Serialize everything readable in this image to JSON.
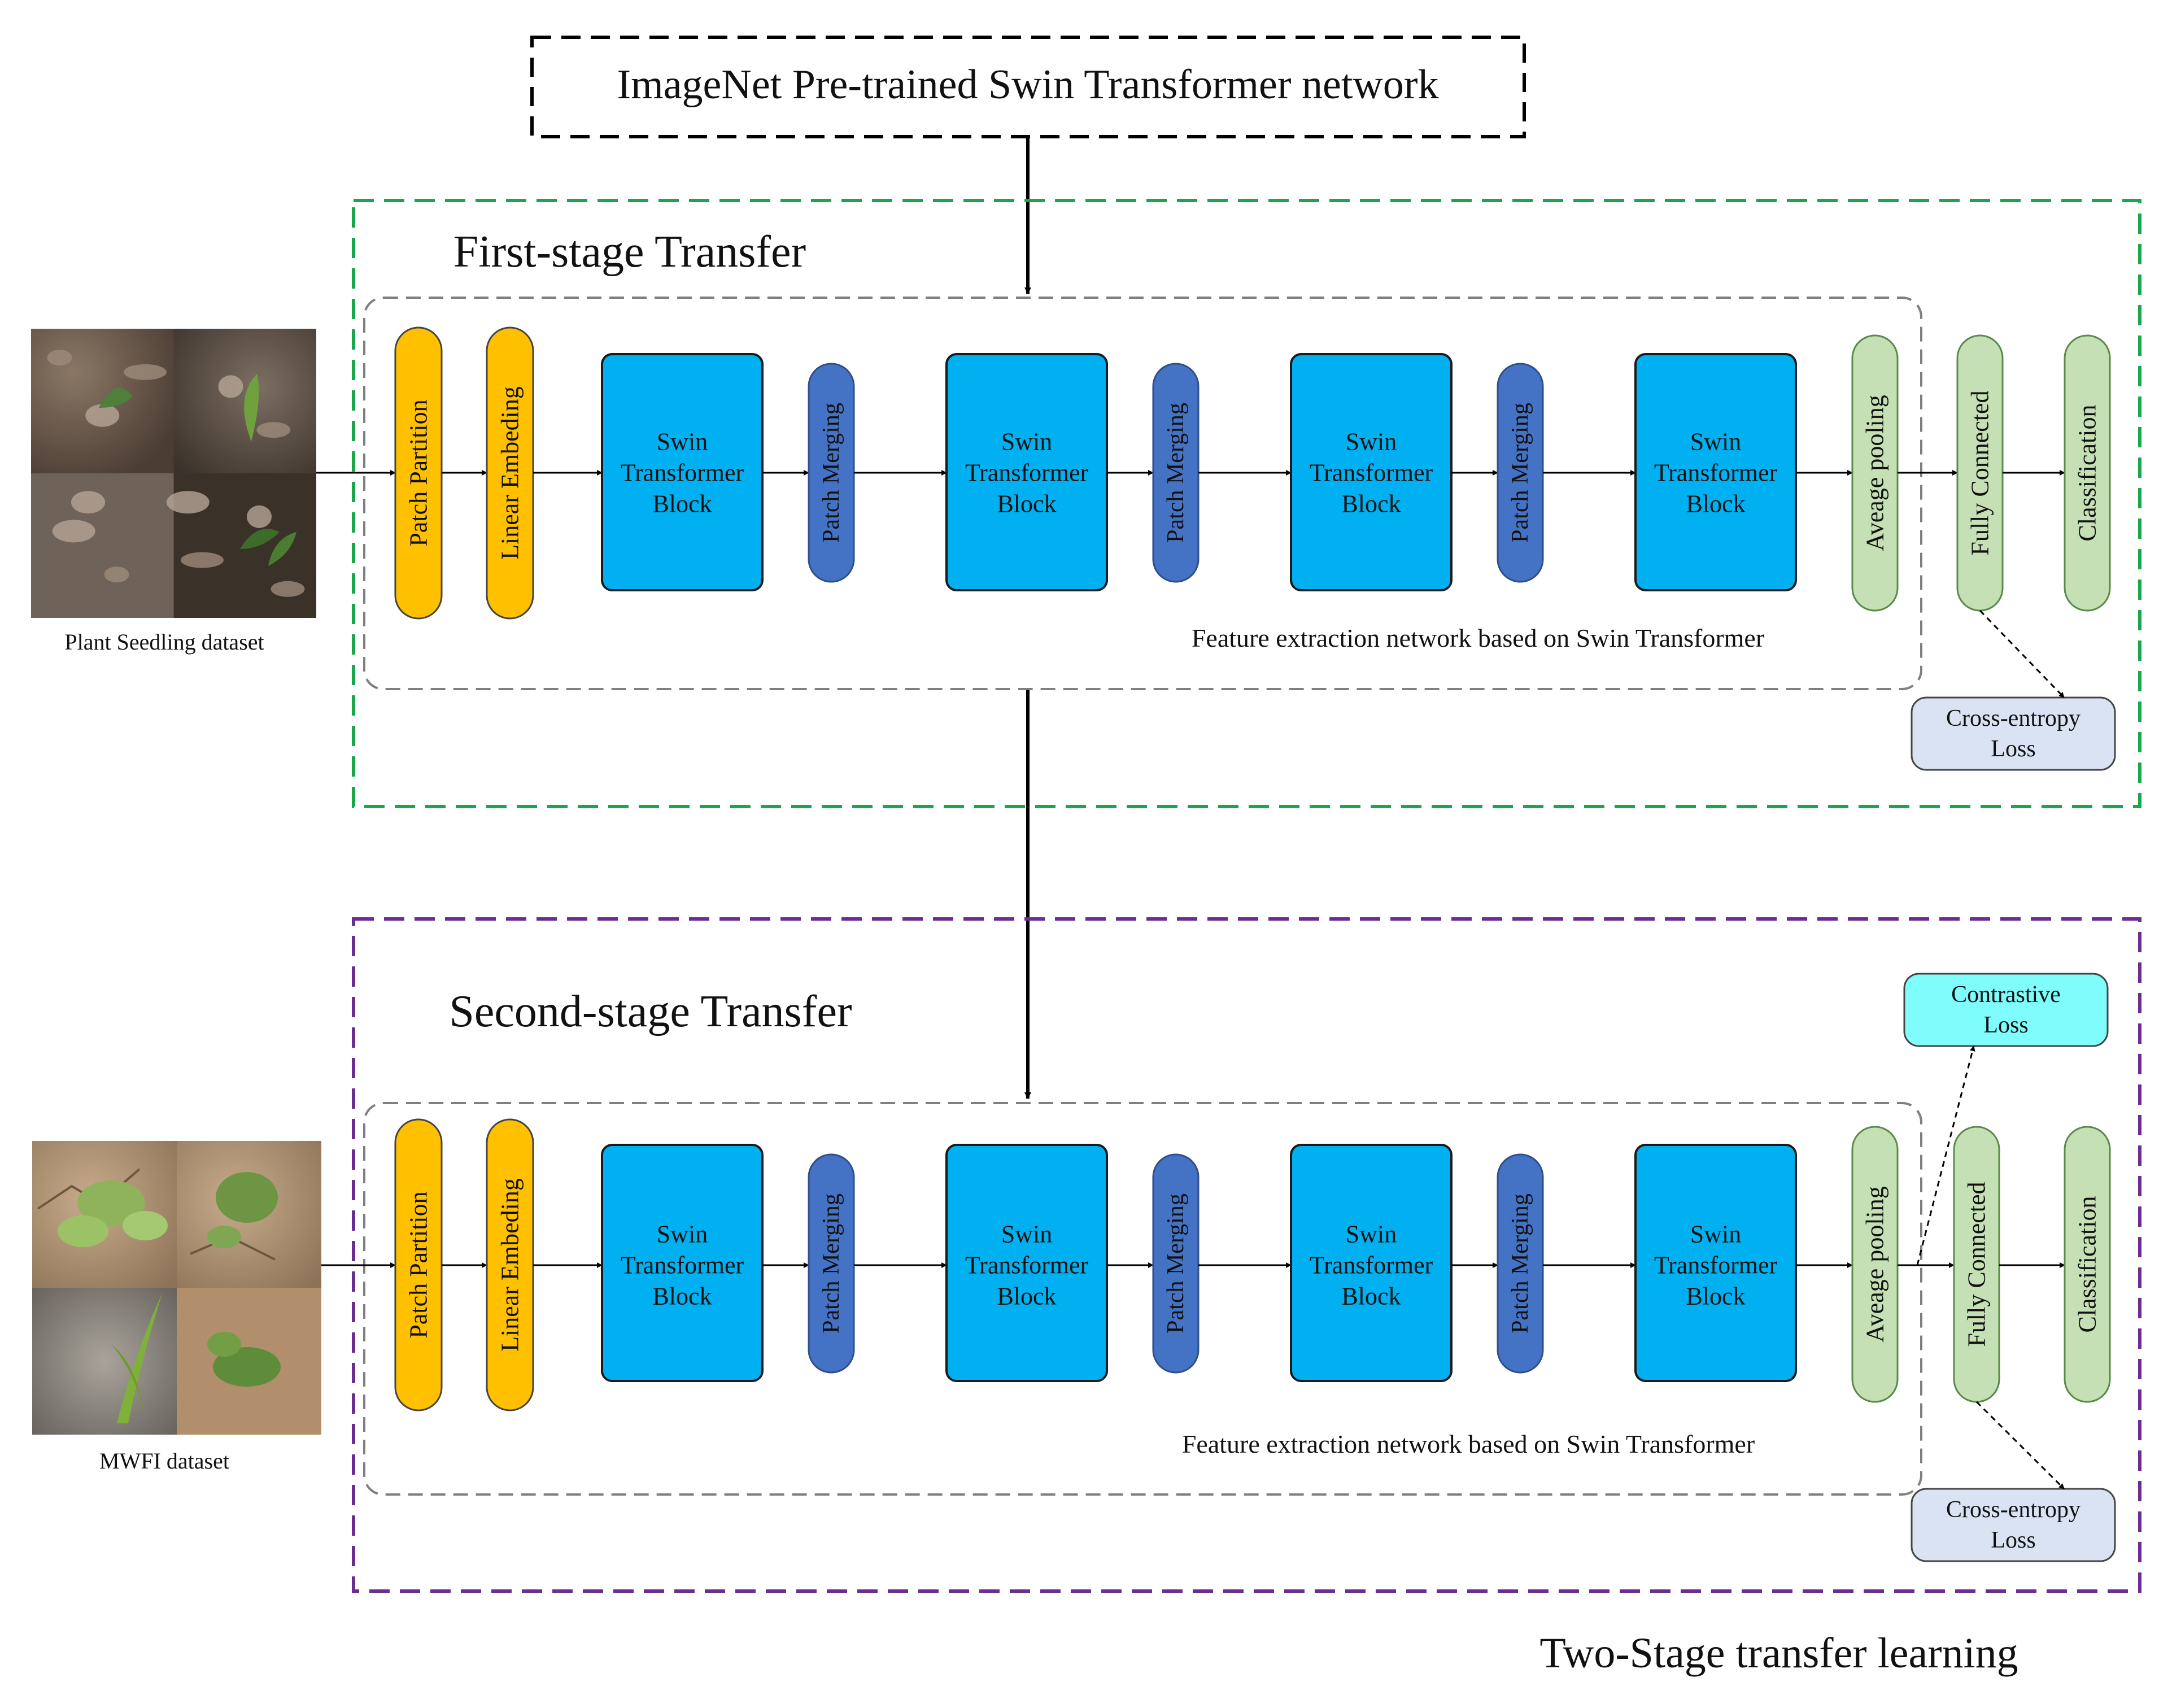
{
  "top_box": {
    "label": "ImageNet Pre-trained Swin Transformer network"
  },
  "stages": [
    {
      "id": "first",
      "title": "First-stage Transfer",
      "title_color": "#1aa64b",
      "border_color": "#1aa64b",
      "dataset_label": "Plant Seedling dataset",
      "network_caption": "Feature extraction network based on Swin Transformer",
      "losses": [
        {
          "key": "ce",
          "lines": [
            "Cross-entropy",
            "Loss"
          ]
        }
      ]
    },
    {
      "id": "second",
      "title": "Second-stage Transfer",
      "title_color": "#6b2d8f",
      "border_color": "#6b2d8f",
      "dataset_label": "MWFI dataset",
      "network_caption": "Feature extraction network based on Swin Transformer",
      "losses": [
        {
          "key": "contrastive",
          "lines": [
            "Contrastive",
            "Loss"
          ]
        },
        {
          "key": "ce",
          "lines": [
            "Cross-entropy",
            "Loss"
          ]
        }
      ]
    }
  ],
  "pipeline": {
    "patch_partition": "Patch  Partition",
    "linear_embedding": "Linear  Embeding",
    "swin_block": [
      "Swin",
      "Transformer",
      "Block"
    ],
    "patch_merging": "Patch  Merging",
    "average_pooling": "Aveage  pooling",
    "fully_connected": "Fully Connected",
    "classification": "Classification"
  },
  "footer": {
    "label": "Two-Stage transfer learning"
  },
  "colors": {
    "orange": "#ffc000",
    "swin_blue": "#00b0f0",
    "merge_blue": "#4472c4",
    "green": "#c5e0b4",
    "cyan": "#7ffcfc",
    "loss_gray": "#dae3f3"
  }
}
